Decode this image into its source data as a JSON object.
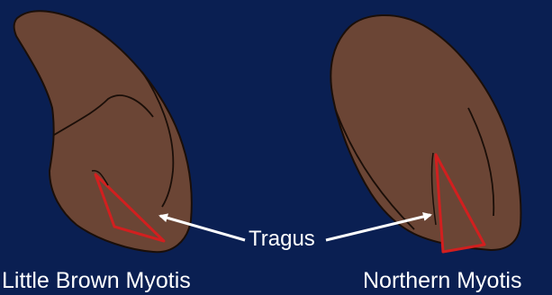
{
  "labels": {
    "left_species": "Little Brown Myotis",
    "right_species": "Northern Myotis",
    "tragus": "Tragus"
  },
  "colors": {
    "background": "#0a1f52",
    "ear_fill": "#6b4535",
    "ear_outline": "#1a0e08",
    "tragus_outline": "#d21f1f",
    "arrow": "#ffffff",
    "text": "#ffffff"
  }
}
